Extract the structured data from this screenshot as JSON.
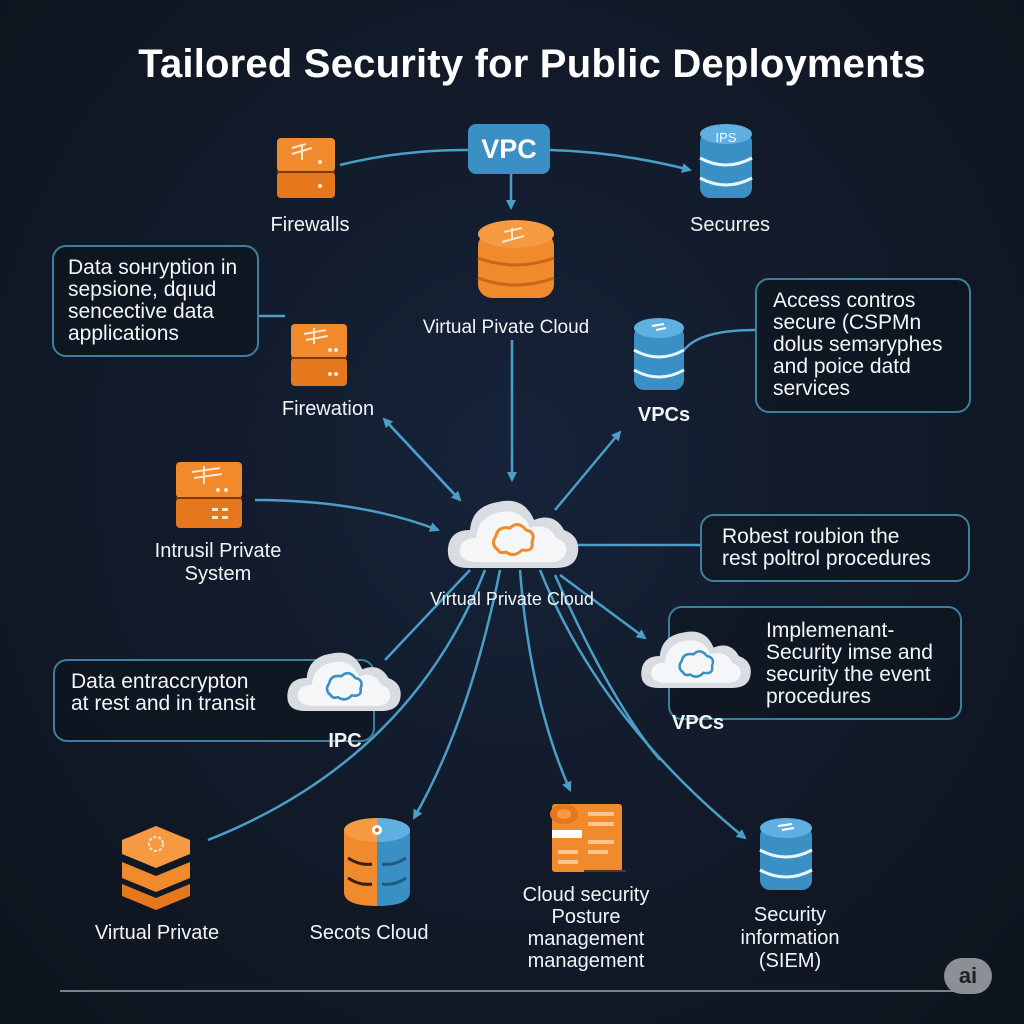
{
  "title": "Tailored Security for Public Deployments",
  "colors": {
    "background": "#121b2b",
    "accent_blue": "#3a8fc4",
    "accent_orange": "#f08a2c",
    "connector": "#4a9ec7",
    "box_border": "#3f7f9c"
  },
  "nodes": {
    "vpc_badge": {
      "label": "VPC",
      "icon": "vpc-badge"
    },
    "firewalls": {
      "label": "Firewalls",
      "icon": "orange-server-block-icon"
    },
    "securres": {
      "label": "Securres",
      "icon": "blue-database-icon",
      "icon_text": "IPS"
    },
    "vpc_db": {
      "label": "Virtual Pivate Cloud",
      "icon": "orange-database-icon"
    },
    "firewation": {
      "label": "Firewation",
      "icon": "orange-server-block-icon"
    },
    "vpcs_top": {
      "label": "VPCs",
      "icon": "blue-database-icon"
    },
    "intrusil": {
      "label_lines": [
        "Intrusil Private",
        "System"
      ],
      "icon": "orange-server-block-icon"
    },
    "center_cloud": {
      "label": "Virtual Private Cloud",
      "icon": "cloud-icon"
    },
    "vpcs_mid": {
      "label": "VPCs",
      "icon": "cloud-icon"
    },
    "ipc": {
      "label": "IPC",
      "icon": "cloud-icon"
    },
    "virtual_private": {
      "label": "Virtual Private",
      "icon": "orange-layers-icon"
    },
    "secots_cloud": {
      "label": "Secots Cloud",
      "icon": "split-database-icon"
    },
    "cspm": {
      "label_lines": [
        "Cloud security",
        "Posture",
        "management",
        "management"
      ],
      "icon": "orange-document-icon"
    },
    "siem": {
      "label_lines": [
        "Security",
        "information",
        "(SIEM)"
      ],
      "icon": "blue-database-icon"
    }
  },
  "callouts": {
    "data_encryption": {
      "lines": [
        "Data sонryption in",
        "sepsione, dqıud",
        "sencective data",
        "applications"
      ]
    },
    "access_control": {
      "lines": [
        "Access contros",
        "secure (CSPMn",
        "dolus semэryphes",
        "and poice datd",
        "services"
      ]
    },
    "robust": {
      "lines": [
        "Robest roubion the",
        "rest poltrol procedures"
      ]
    },
    "implement": {
      "lines": [
        "Implemenant-",
        "Security imse and",
        "security the event",
        "procedures"
      ]
    },
    "data_transit": {
      "lines": [
        "Data entraccrypton",
        "at rest and in transit"
      ]
    }
  },
  "badge": {
    "label": "ai"
  }
}
